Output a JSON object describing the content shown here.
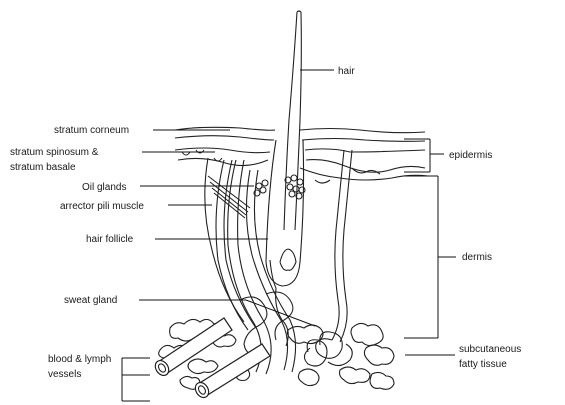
{
  "labels": {
    "hair": "hair",
    "stratum_corneum": "stratum corneum",
    "stratum_spinosum_line1": "stratum spinosum &",
    "stratum_spinosum_line2": "stratum basale",
    "oil_glands": "Oil glands",
    "arrector_pili": "arrector pili muscle",
    "hair_follicle": "hair follicle",
    "sweat_gland": "sweat gland",
    "blood_lymph_line1": "blood & lymph",
    "blood_lymph_line2": "vessels",
    "epidermis": "epidermis",
    "dermis": "dermis",
    "subcutaneous_line1": "subcutaneous",
    "subcutaneous_line2": "fatty tissue"
  }
}
